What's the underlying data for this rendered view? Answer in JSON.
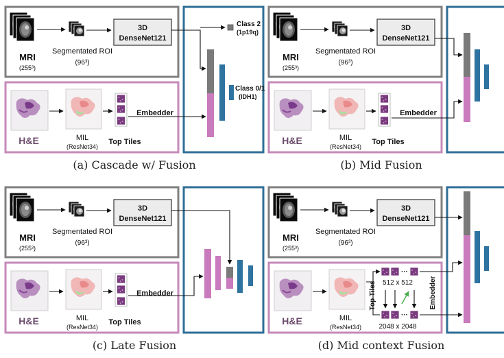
{
  "panels": [
    {
      "caption": "(a) Cascade w/ Fusion",
      "variant": "cascade"
    },
    {
      "caption": "(b) Mid Fusion",
      "variant": "mid"
    },
    {
      "caption": "(c) Late Fusion",
      "variant": "late"
    },
    {
      "caption": "(d) Mid context Fusion",
      "variant": "midcontext"
    }
  ],
  "labels": {
    "mri": "MRI",
    "mri_size": "(255³)",
    "roi": "Segmentated ROI",
    "roi_size": "(96³)",
    "densenet_1": "3D",
    "densenet_2": "DenseNet121",
    "he": "H&E",
    "mil_1": "MIL",
    "mil_2": "(ResNet34)",
    "top_tiles": "Top Tiles",
    "embedder": "Embedder",
    "class2_1": "Class 2",
    "class2_2": "(1p19q)",
    "class01_1": "Class 0/1",
    "class01_2": "(IDH1)",
    "tiles_512": "512 x 512",
    "tiles_2048": "2048 x 2048",
    "ellipsis": "···"
  },
  "colors": {
    "mri_frame": "#7f7f7f",
    "he_frame": "#c58ab9",
    "fusion_frame": "#2e6e96",
    "gray_bar": "#7a7a7a",
    "pink_bar": "#c97bbd",
    "blue_bar": "#2f73a0",
    "module_fill": "#ececec",
    "arrow_green": "#4caf50"
  }
}
